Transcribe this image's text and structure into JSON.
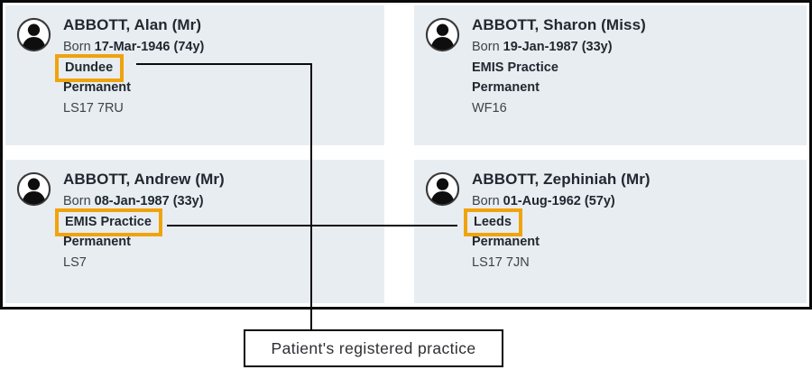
{
  "panel": {
    "type": "patient-search-results",
    "annotation": {
      "label": "Patient's registered practice"
    }
  },
  "colors": {
    "card_background": "#e8edf1",
    "highlight_orange": "#f0a30d",
    "connector_black": "#0a0a0a",
    "text_dark": "#212830",
    "text_regular": "#3c434b"
  },
  "patients": [
    {
      "name": "ABBOTT, Alan (Mr)",
      "born_label": "Born",
      "born": "17-Mar-1946 (74y)",
      "practice": "Dundee",
      "registration_type": "Permanent",
      "postcode": "LS17 7RU",
      "practice_highlighted": true
    },
    {
      "name": "ABBOTT, Sharon (Miss)",
      "born_label": "Born",
      "born": "19-Jan-1987 (33y)",
      "practice": "EMIS Practice",
      "registration_type": "Permanent",
      "postcode": "WF16",
      "practice_highlighted": false
    },
    {
      "name": "ABBOTT, Andrew (Mr)",
      "born_label": "Born",
      "born": "08-Jan-1987 (33y)",
      "practice": "EMIS Practice",
      "registration_type": "Permanent",
      "postcode": "LS7",
      "practice_highlighted": true
    },
    {
      "name": "ABBOTT, Zephiniah (Mr)",
      "born_label": "Born",
      "born": "01-Aug-1962 (57y)",
      "practice": "Leeds",
      "registration_type": "Permanent",
      "postcode": "LS17 7JN",
      "practice_highlighted": true
    }
  ]
}
